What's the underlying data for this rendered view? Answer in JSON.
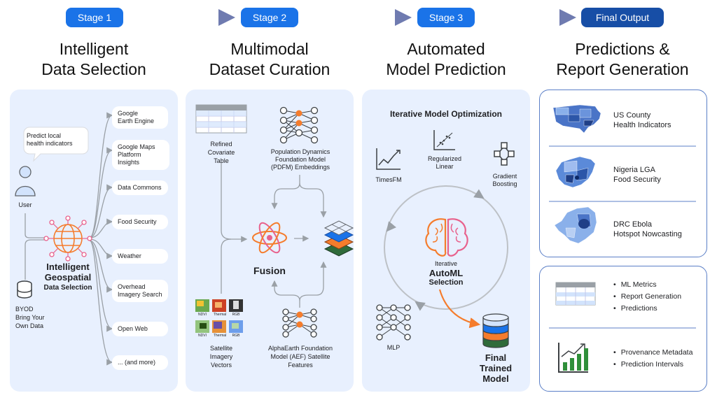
{
  "stages": [
    {
      "label": "Stage 1",
      "title_l1": "Intelligent",
      "title_l2": "Data Selection"
    },
    {
      "label": "Stage 2",
      "title_l1": "Multimodal",
      "title_l2": "Dataset Curation"
    },
    {
      "label": "Stage 3",
      "title_l1": "Automated",
      "title_l2": "Model Prediction"
    },
    {
      "label": "Final Output",
      "title_l1": "Predictions &",
      "title_l2": "Report Generation"
    }
  ],
  "stage1": {
    "bubble": [
      "Predict local",
      "health indicators"
    ],
    "user": "User",
    "byod": [
      "BYOD",
      "Bring Your",
      "Own Data"
    ],
    "hub": [
      "Intelligent",
      "Geospatial"
    ],
    "hub_sub": "Data Selection",
    "sources": [
      [
        "Google",
        "Earth Engine"
      ],
      [
        "Google Maps",
        "Platform Insights"
      ],
      [
        "Data Commons"
      ],
      [
        "Food Security"
      ],
      [
        "Weather"
      ],
      [
        "Overhead",
        "Imagery Search"
      ],
      [
        "Open Web"
      ],
      [
        "... (and more)"
      ]
    ]
  },
  "stage2": {
    "table_label": [
      "Refined",
      "Covariate",
      "Table"
    ],
    "pdfm_label": [
      "Population Dynamics",
      "Foundation Model",
      "(PDFM) Embeddings"
    ],
    "fusion": "Fusion",
    "tiles": [
      "NDVI",
      "Thermal",
      "RGB",
      "NDVI",
      "Thermal",
      "RGB"
    ],
    "sat_label": [
      "Satellite",
      "Imagery",
      "Vectors"
    ],
    "aef_label": [
      "AlphaEarth Foundation",
      "Model (AEF) Satellite",
      "Features"
    ]
  },
  "stage3": {
    "title": "Iterative Model Optimization",
    "timesfm": "TimesFM",
    "reglin": [
      "Regularized",
      "Linear"
    ],
    "gb": [
      "Gradient",
      "Boosting"
    ],
    "center": [
      "Iterative",
      "AutoML",
      "Selection"
    ],
    "mlp": "MLP",
    "final": [
      "Final",
      "Trained",
      "Model"
    ]
  },
  "output": {
    "maps": [
      [
        "US County",
        "Health Indicators"
      ],
      [
        "Nigeria LGA",
        "Food Security"
      ],
      [
        "DRC Ebola",
        "Hotspot Nowcasting"
      ]
    ],
    "list1": [
      "ML Metrics",
      "Report Generation",
      "Predictions"
    ],
    "list2": [
      "Provenance Metadata",
      "Prediction Intervals"
    ]
  },
  "colors": {
    "accent": "#1a73e8",
    "final_pill": "#174ea6",
    "panel": "#e8f0fe",
    "orange": "#f57c2c",
    "line": "#9aa0a6"
  }
}
